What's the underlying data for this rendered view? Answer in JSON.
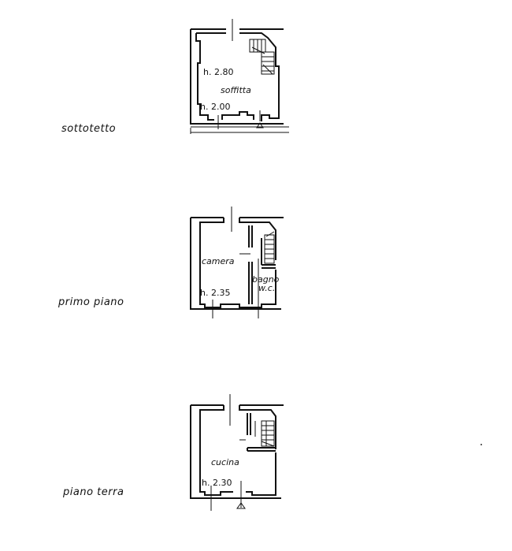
{
  "floors": [
    {
      "id": "sottotetto",
      "label": "sottotetto",
      "rooms": [
        {
          "name": "soffitta"
        }
      ],
      "heights": [
        "h. 2.80",
        "h. 2.00"
      ]
    },
    {
      "id": "primo-piano",
      "label": "primo piano",
      "rooms": [
        {
          "name": "camera"
        },
        {
          "name": "bagno"
        },
        {
          "name": "w.c."
        }
      ],
      "heights": [
        "h. 2.35"
      ]
    },
    {
      "id": "piano-terra",
      "label": "piano terra",
      "rooms": [
        {
          "name": "cucina"
        }
      ],
      "heights": [
        "h. 2.30"
      ]
    }
  ],
  "colors": {
    "ink": "#111111",
    "background": "#ffffff"
  }
}
